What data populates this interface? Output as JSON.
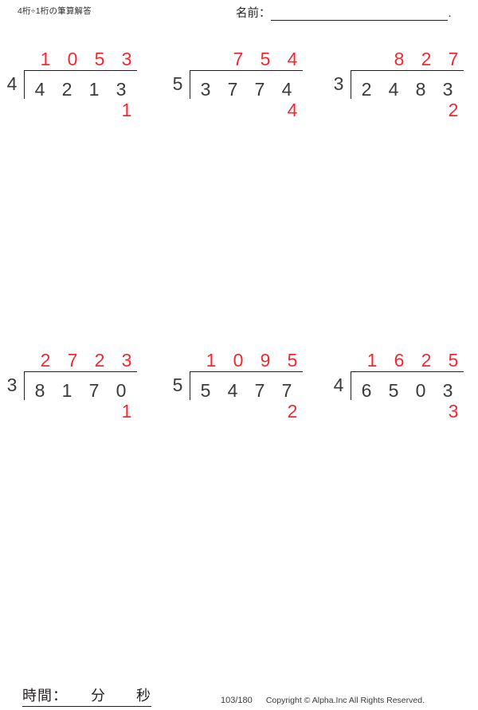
{
  "header": {
    "title": "4桁÷1桁の筆算解答",
    "name_label": "名前：",
    "name_value": "",
    "name_trailing_dot": "."
  },
  "colors": {
    "answer_red": "#ef2a32",
    "ink_black": "#231f20",
    "digit_gray": "#3a3a3a"
  },
  "problems": [
    {
      "index": 1,
      "divisor": "4",
      "dividend_digits": [
        "4",
        "2",
        "1",
        "3"
      ],
      "quotient_digits": [
        "1",
        "0",
        "5",
        "3"
      ],
      "remainder": "1"
    },
    {
      "index": 2,
      "divisor": "5",
      "dividend_digits": [
        "3",
        "7",
        "7",
        "4"
      ],
      "quotient_digits": [
        "7",
        "5",
        "4"
      ],
      "remainder": "4"
    },
    {
      "index": 3,
      "divisor": "3",
      "dividend_digits": [
        "2",
        "4",
        "8",
        "3"
      ],
      "quotient_digits": [
        "8",
        "2",
        "7"
      ],
      "remainder": "2"
    },
    {
      "index": 4,
      "divisor": "3",
      "dividend_digits": [
        "8",
        "1",
        "7",
        "0"
      ],
      "quotient_digits": [
        "2",
        "7",
        "2",
        "3"
      ],
      "remainder": "1"
    },
    {
      "index": 5,
      "divisor": "5",
      "dividend_digits": [
        "5",
        "4",
        "7",
        "7"
      ],
      "quotient_digits": [
        "1",
        "0",
        "9",
        "5"
      ],
      "remainder": "2"
    },
    {
      "index": 6,
      "divisor": "4",
      "dividend_digits": [
        "6",
        "5",
        "0",
        "3"
      ],
      "quotient_digits": [
        "1",
        "6",
        "2",
        "5"
      ],
      "remainder": "3"
    }
  ],
  "footer": {
    "time_label": "時間：　　分　　秒",
    "page_number": "103/180",
    "copyright": "Copyright © Alpha.Inc All Rights Reserved."
  }
}
